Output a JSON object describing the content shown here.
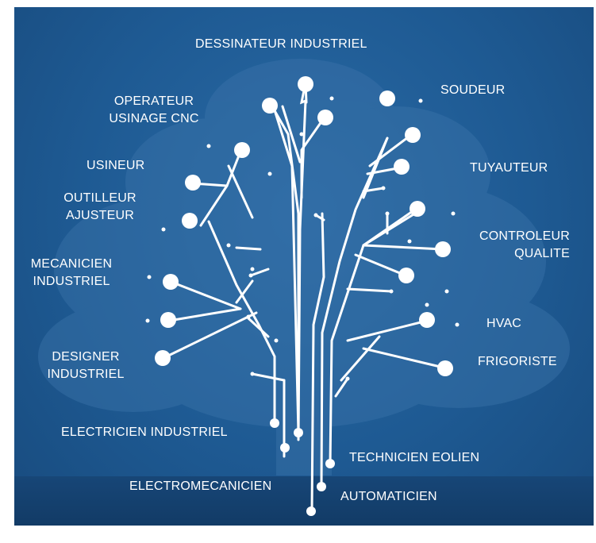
{
  "labels": {
    "dessinateur": "DESSINATEUR INDUSTRIEL",
    "operateur_line1": "OPERATEUR",
    "operateur_line2": "USINAGE CNC",
    "soudeur": "SOUDEUR",
    "usineur": "USINEUR",
    "tuyauteur": "TUYAUTEUR",
    "outilleur_line1": "OUTILLEUR",
    "outilleur_line2": "AJUSTEUR",
    "controleur_line1": "CONTROLEUR",
    "controleur_line2": "QUALITE",
    "mecanicien_line1": "MECANICIEN",
    "mecanicien_line2": "INDUSTRIEL",
    "hvac": "HVAC",
    "designer_line1": "DESIGNER",
    "designer_line2": "INDUSTRIEL",
    "frigoriste": "FRIGORISTE",
    "electricien": "ELECTRICIEN INDUSTRIEL",
    "technicien_eolien": "TECHNICIEN EOLIEN",
    "electromecanicien": "ELECTROMECANICIEN",
    "automaticien": "AUTOMATICIEN",
    "ellipsis": "..."
  },
  "colors": {
    "background": "#1e5a93",
    "ground": "#174677",
    "branch": "#ffffff",
    "silhouette": "#3b74aa"
  }
}
